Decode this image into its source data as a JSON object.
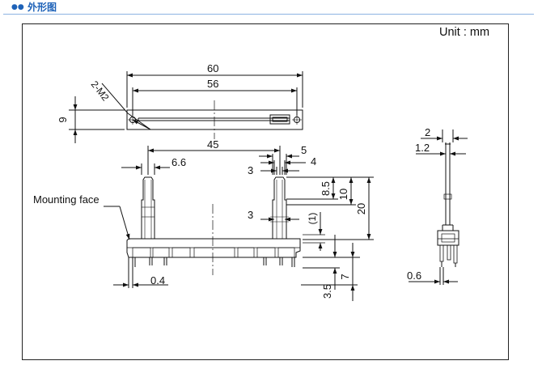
{
  "header": {
    "bullet": "●●",
    "title": "外形图"
  },
  "unit_label": "Unit : mm",
  "labels": {
    "mounting_face": "Mounting face",
    "screw": "2-M2"
  },
  "dimensions": {
    "d60": "60",
    "d56": "56",
    "d9": "9",
    "d45": "45",
    "d6_6": "6.6",
    "d5": "5",
    "d4": "4",
    "d3_top": "3",
    "d8_5": "8.5",
    "d10": "10",
    "d20": "20",
    "d3_mid": "3",
    "d1": "(1)",
    "d0_4": "0.4",
    "d3_5": "3.5",
    "d7": "7",
    "d2": "2",
    "d1_2": "1.2",
    "d0_6": "0.6"
  },
  "colors": {
    "header_accent": "#1e62b8",
    "header_rule": "#8db3e2",
    "line": "#111111"
  }
}
